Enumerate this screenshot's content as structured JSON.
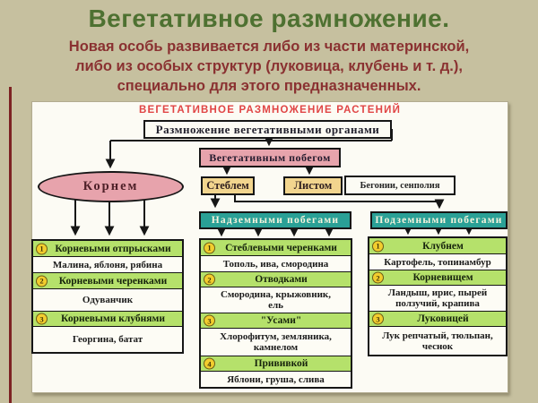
{
  "slide": {
    "title": "Вегетативное размножение.",
    "subtitle": "Новая особь развивается либо из части материнской,\nлибо из особых структур (луковица, клубень и т. д.),\nспециально для этого предназначенных."
  },
  "diagram": {
    "heading": "ВЕГЕТАТИВНОЕ РАЗМНОЖЕНИЕ РАСТЕНИЙ",
    "root": "Размножение вегетативными органами",
    "shoot": "Вегетативным побегом",
    "stem": "Стеблем",
    "leaf": "Листом",
    "leaf_examples": "Бегонии, сенполия",
    "columns": [
      {
        "header": "Корнем",
        "items": [
          {
            "num": "1",
            "method": "Корневыми отпрысками",
            "examples": "Малина, яблоня, рябина"
          },
          {
            "num": "2",
            "method": "Корневыми черенками",
            "examples": "Одуванчик"
          },
          {
            "num": "3",
            "method": "Корневыми клубнями",
            "examples": "Георгина, батат"
          }
        ]
      },
      {
        "header": "Надземными побегами",
        "items": [
          {
            "num": "1",
            "method": "Стеблевыми черенками",
            "examples": "Тополь, ива, смородина"
          },
          {
            "num": "2",
            "method": "Отводками",
            "examples": "Смородина, крыжовник,\nель"
          },
          {
            "num": "3",
            "method": "\"Усами\"",
            "examples": "Хлорофитум, земляника,\nкамнелом"
          },
          {
            "num": "4",
            "method": "Прививкой",
            "examples": "Яблони, груша, слива"
          }
        ]
      },
      {
        "header": "Подземными побегами",
        "items": [
          {
            "num": "1",
            "method": "Клубнем",
            "examples": "Картофель, топинамбур"
          },
          {
            "num": "2",
            "method": "Корневищем",
            "examples": "Ландыш, ирис, пырей\nползучий, крапива"
          },
          {
            "num": "3",
            "method": "Луковицей",
            "examples": "Лук репчатый, тюльпан,\nчеснок"
          }
        ]
      }
    ]
  },
  "colors": {
    "background": "#c6c09f",
    "title_green": "#4e7131",
    "subtitle_maroon": "#8a3131",
    "accent_line_maroon": "#7d2323",
    "heading_red": "#e04545",
    "node_pink": "#e7a3ac",
    "node_yellow": "#f2d58e",
    "header_teal": "#2aa096",
    "method_green": "#b5e16b",
    "badge_yellow": "#f2cd2e"
  }
}
